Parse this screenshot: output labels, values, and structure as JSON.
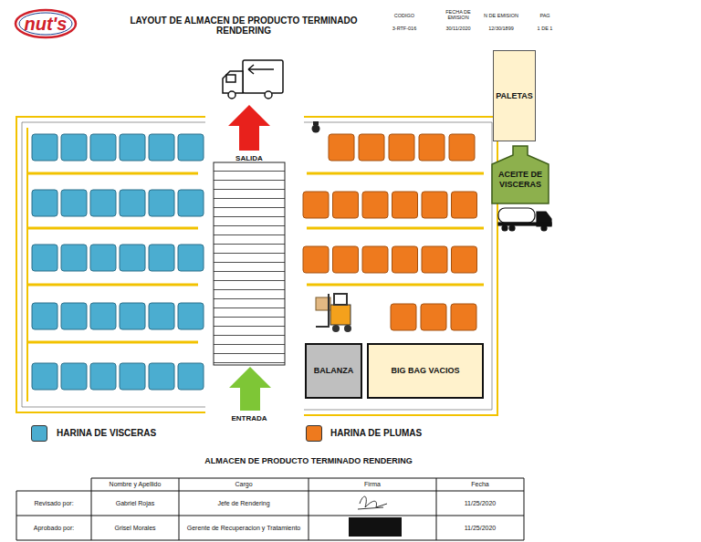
{
  "diagram": {
    "title": "LAYOUT DE ALMACEN DE PRODUCTO TERMINADO RENDERING",
    "caption": "ALMACEN DE PRODUCTO TERMINADO RENDERING",
    "nodes": [
      {
        "text": [
          "PALETAS"
        ]
      },
      {
        "text": [
          "ACEITE DE VISCERAS"
        ]
      },
      {
        "text": [
          "BALANZA"
        ]
      },
      {
        "text": [
          "BIG BAG VACIOS"
        ]
      }
    ],
    "labels": [
      "nut's",
      "CODIGO",
      "FECHA DE EMISION",
      "N DE EMISION",
      "PAG",
      "3-RTF-016",
      "30/11/2020",
      "12/30/1899",
      "1 DE 1",
      "SALIDA",
      "ENTRADA",
      "Nombre y Apellido",
      "Cargo",
      "Firma",
      "Fecha",
      "Revisado por:",
      "Gabriel Rojas",
      "Jefe de Rendering",
      "11/25/2020",
      "Aprobado por:",
      "Grisel Morales",
      "Gerente de Recuperacion y Tratamiento",
      "11/25/2020"
    ],
    "legend": [
      {
        "text": "HARINA DE VISCERAS",
        "color": "#4badd0"
      },
      {
        "text": "HARINA DE PLUMAS",
        "color": "#ee7a1e"
      }
    ]
  }
}
